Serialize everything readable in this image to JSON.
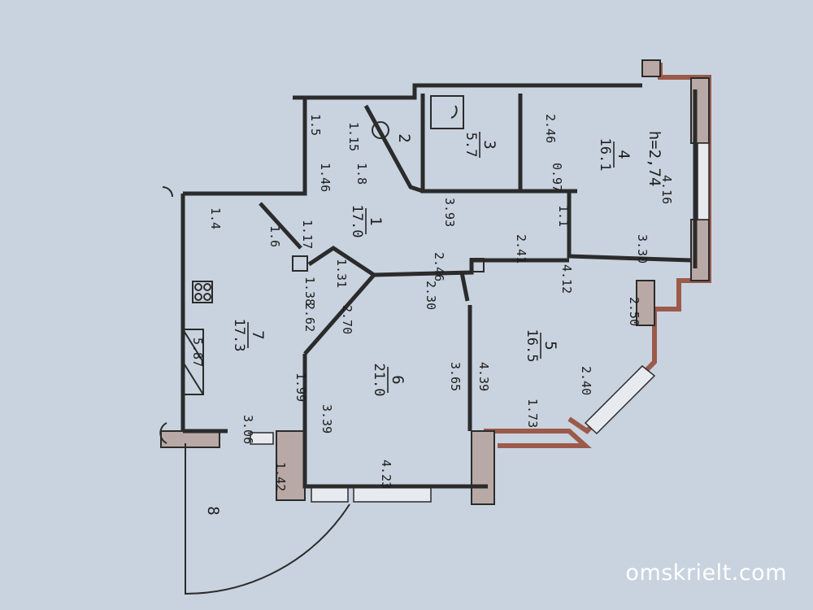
{
  "watermark": "omskrielt.com",
  "rooms": [
    {
      "id": "1",
      "number": "1",
      "area": "17.0"
    },
    {
      "id": "2",
      "number": "2",
      "area": ""
    },
    {
      "id": "3",
      "number": "3",
      "area": "5.7"
    },
    {
      "id": "4",
      "number": "4",
      "area": "16.1",
      "height": "h=2,74"
    },
    {
      "id": "5",
      "number": "5",
      "area": "16.5"
    },
    {
      "id": "6",
      "number": "6",
      "area": "21.0"
    },
    {
      "id": "7",
      "number": "7",
      "area": "17.3"
    },
    {
      "id": "8",
      "number": "8",
      "area": ""
    }
  ],
  "dimensions": {
    "d_1_5": "1.5",
    "d_1_15": "1.15",
    "d_1_8": "1.8",
    "d_2_46_top": "2.46",
    "d_0_97": "0.97",
    "d_1_46": "1.46",
    "d_1_4": "1.4",
    "d_1_6": "1.6",
    "d_1_17": "1.17",
    "d_3_93": "3.93",
    "d_1_1": "1.1",
    "d_4_16": "4.16",
    "d_3_30": "3.30",
    "d_2_41": "2.41",
    "d_4_12": "4.12",
    "d_2_46_mid": "2.46",
    "d_1_31": "1.31",
    "d_2_30": "2.30",
    "d_1_38": "1.38",
    "d_2_62": "2.62",
    "d_2_70": "2.70",
    "d_5_87": "5.87",
    "d_4_39": "4.39",
    "d_2_50": "2.50",
    "d_3_65": "3.65",
    "d_2_40": "2.40",
    "d_1_73": "1.73",
    "d_1_99": "1.99",
    "d_3_39": "3.39",
    "d_3_06": "3.06",
    "d_4_23": "4.23",
    "d_1_42": "1.42"
  }
}
